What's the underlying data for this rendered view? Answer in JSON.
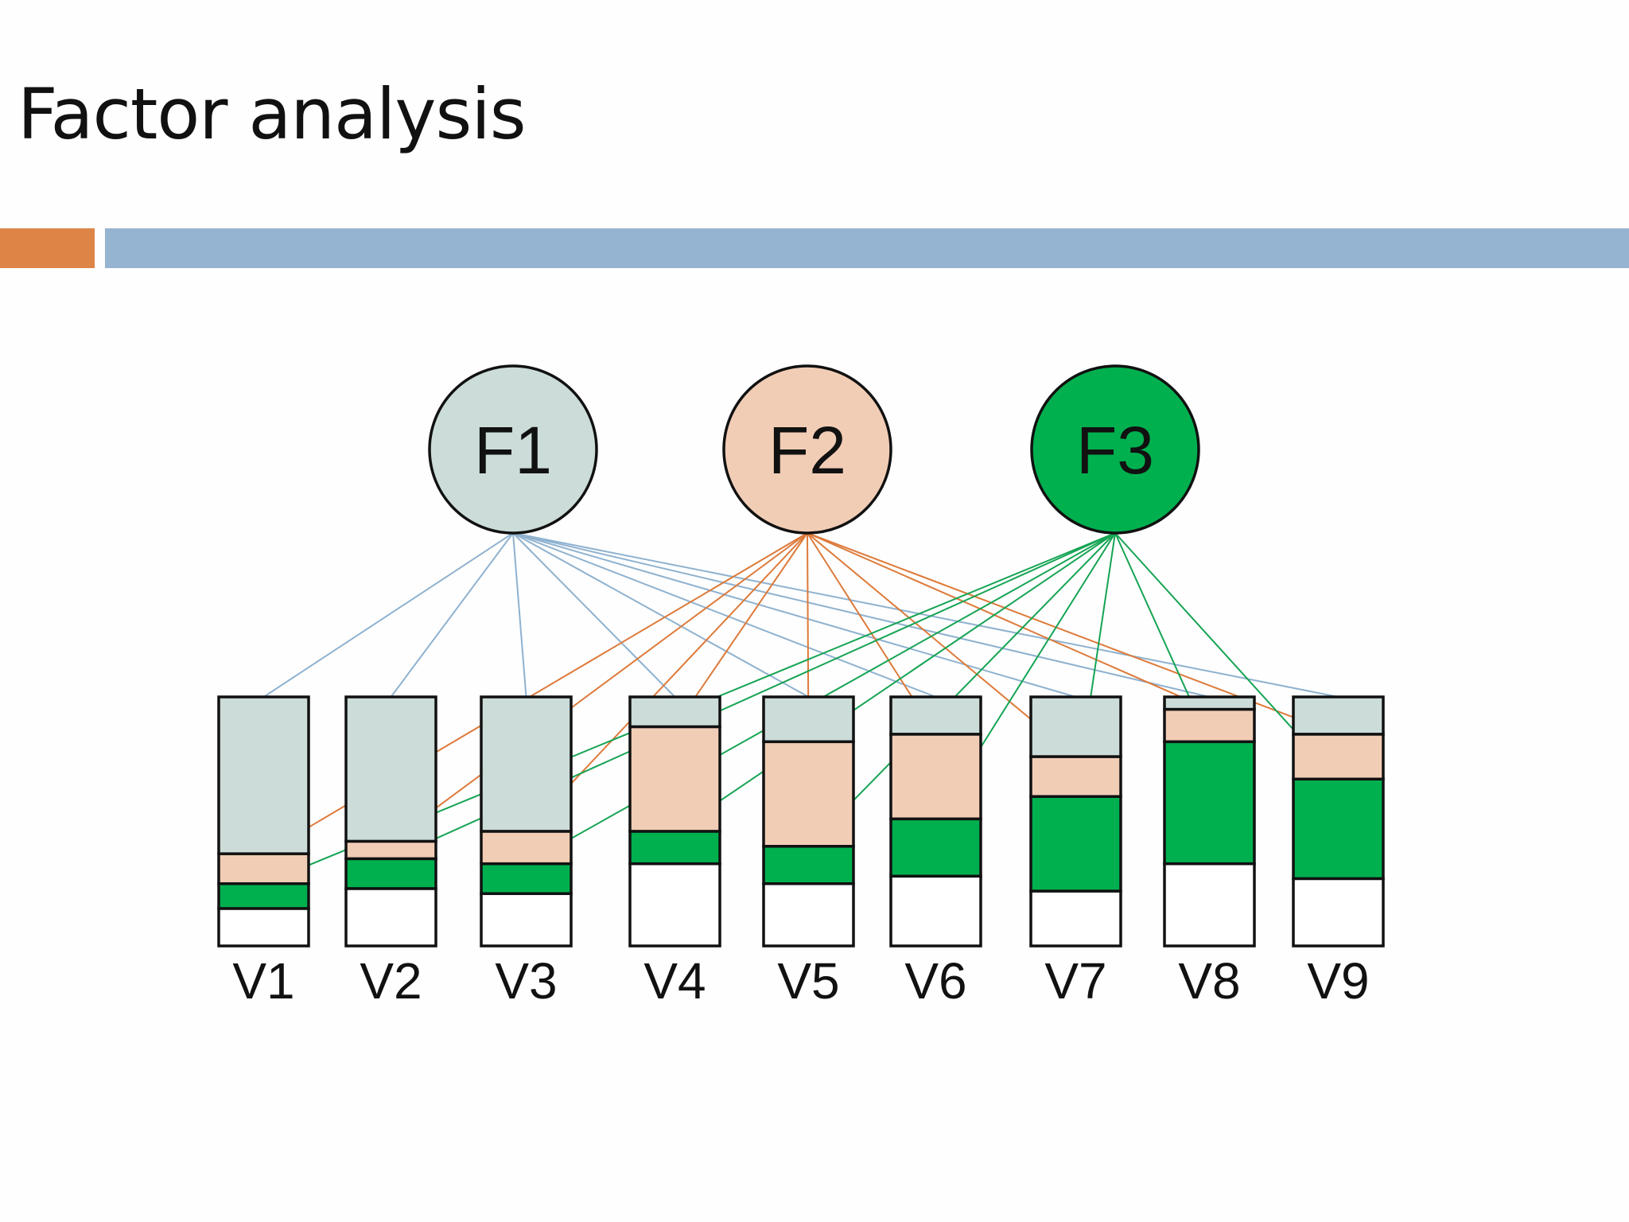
{
  "slide": {
    "title": "Factor analysis"
  },
  "colors": {
    "accent_band": "#dd8447",
    "main_band": "#95b4d1",
    "factor_1": "#cbdcd9",
    "factor_2": "#f2cdb6",
    "factor_3": "#00b04f",
    "unique": "#ffffff",
    "line_1": "#8fb2cf",
    "line_2": "#dd7a3a",
    "line_3": "#16a454",
    "outline": "#111111"
  },
  "factors": [
    {
      "id": "F1",
      "label": "F1"
    },
    {
      "id": "F2",
      "label": "F2"
    },
    {
      "id": "F3",
      "label": "F3"
    }
  ],
  "variables": [
    {
      "label": "V1",
      "shares": [
        0.63,
        0.12,
        0.1,
        0.15
      ]
    },
    {
      "label": "V2",
      "shares": [
        0.58,
        0.07,
        0.12,
        0.23
      ]
    },
    {
      "label": "V3",
      "shares": [
        0.54,
        0.13,
        0.12,
        0.21
      ]
    },
    {
      "label": "V4",
      "shares": [
        0.12,
        0.42,
        0.13,
        0.33
      ]
    },
    {
      "label": "V5",
      "shares": [
        0.18,
        0.42,
        0.15,
        0.25
      ]
    },
    {
      "label": "V6",
      "shares": [
        0.15,
        0.34,
        0.23,
        0.28
      ]
    },
    {
      "label": "V7",
      "shares": [
        0.24,
        0.16,
        0.38,
        0.22
      ]
    },
    {
      "label": "V8",
      "shares": [
        0.05,
        0.13,
        0.49,
        0.33
      ]
    },
    {
      "label": "V9",
      "shares": [
        0.15,
        0.18,
        0.4,
        0.27
      ]
    }
  ]
}
